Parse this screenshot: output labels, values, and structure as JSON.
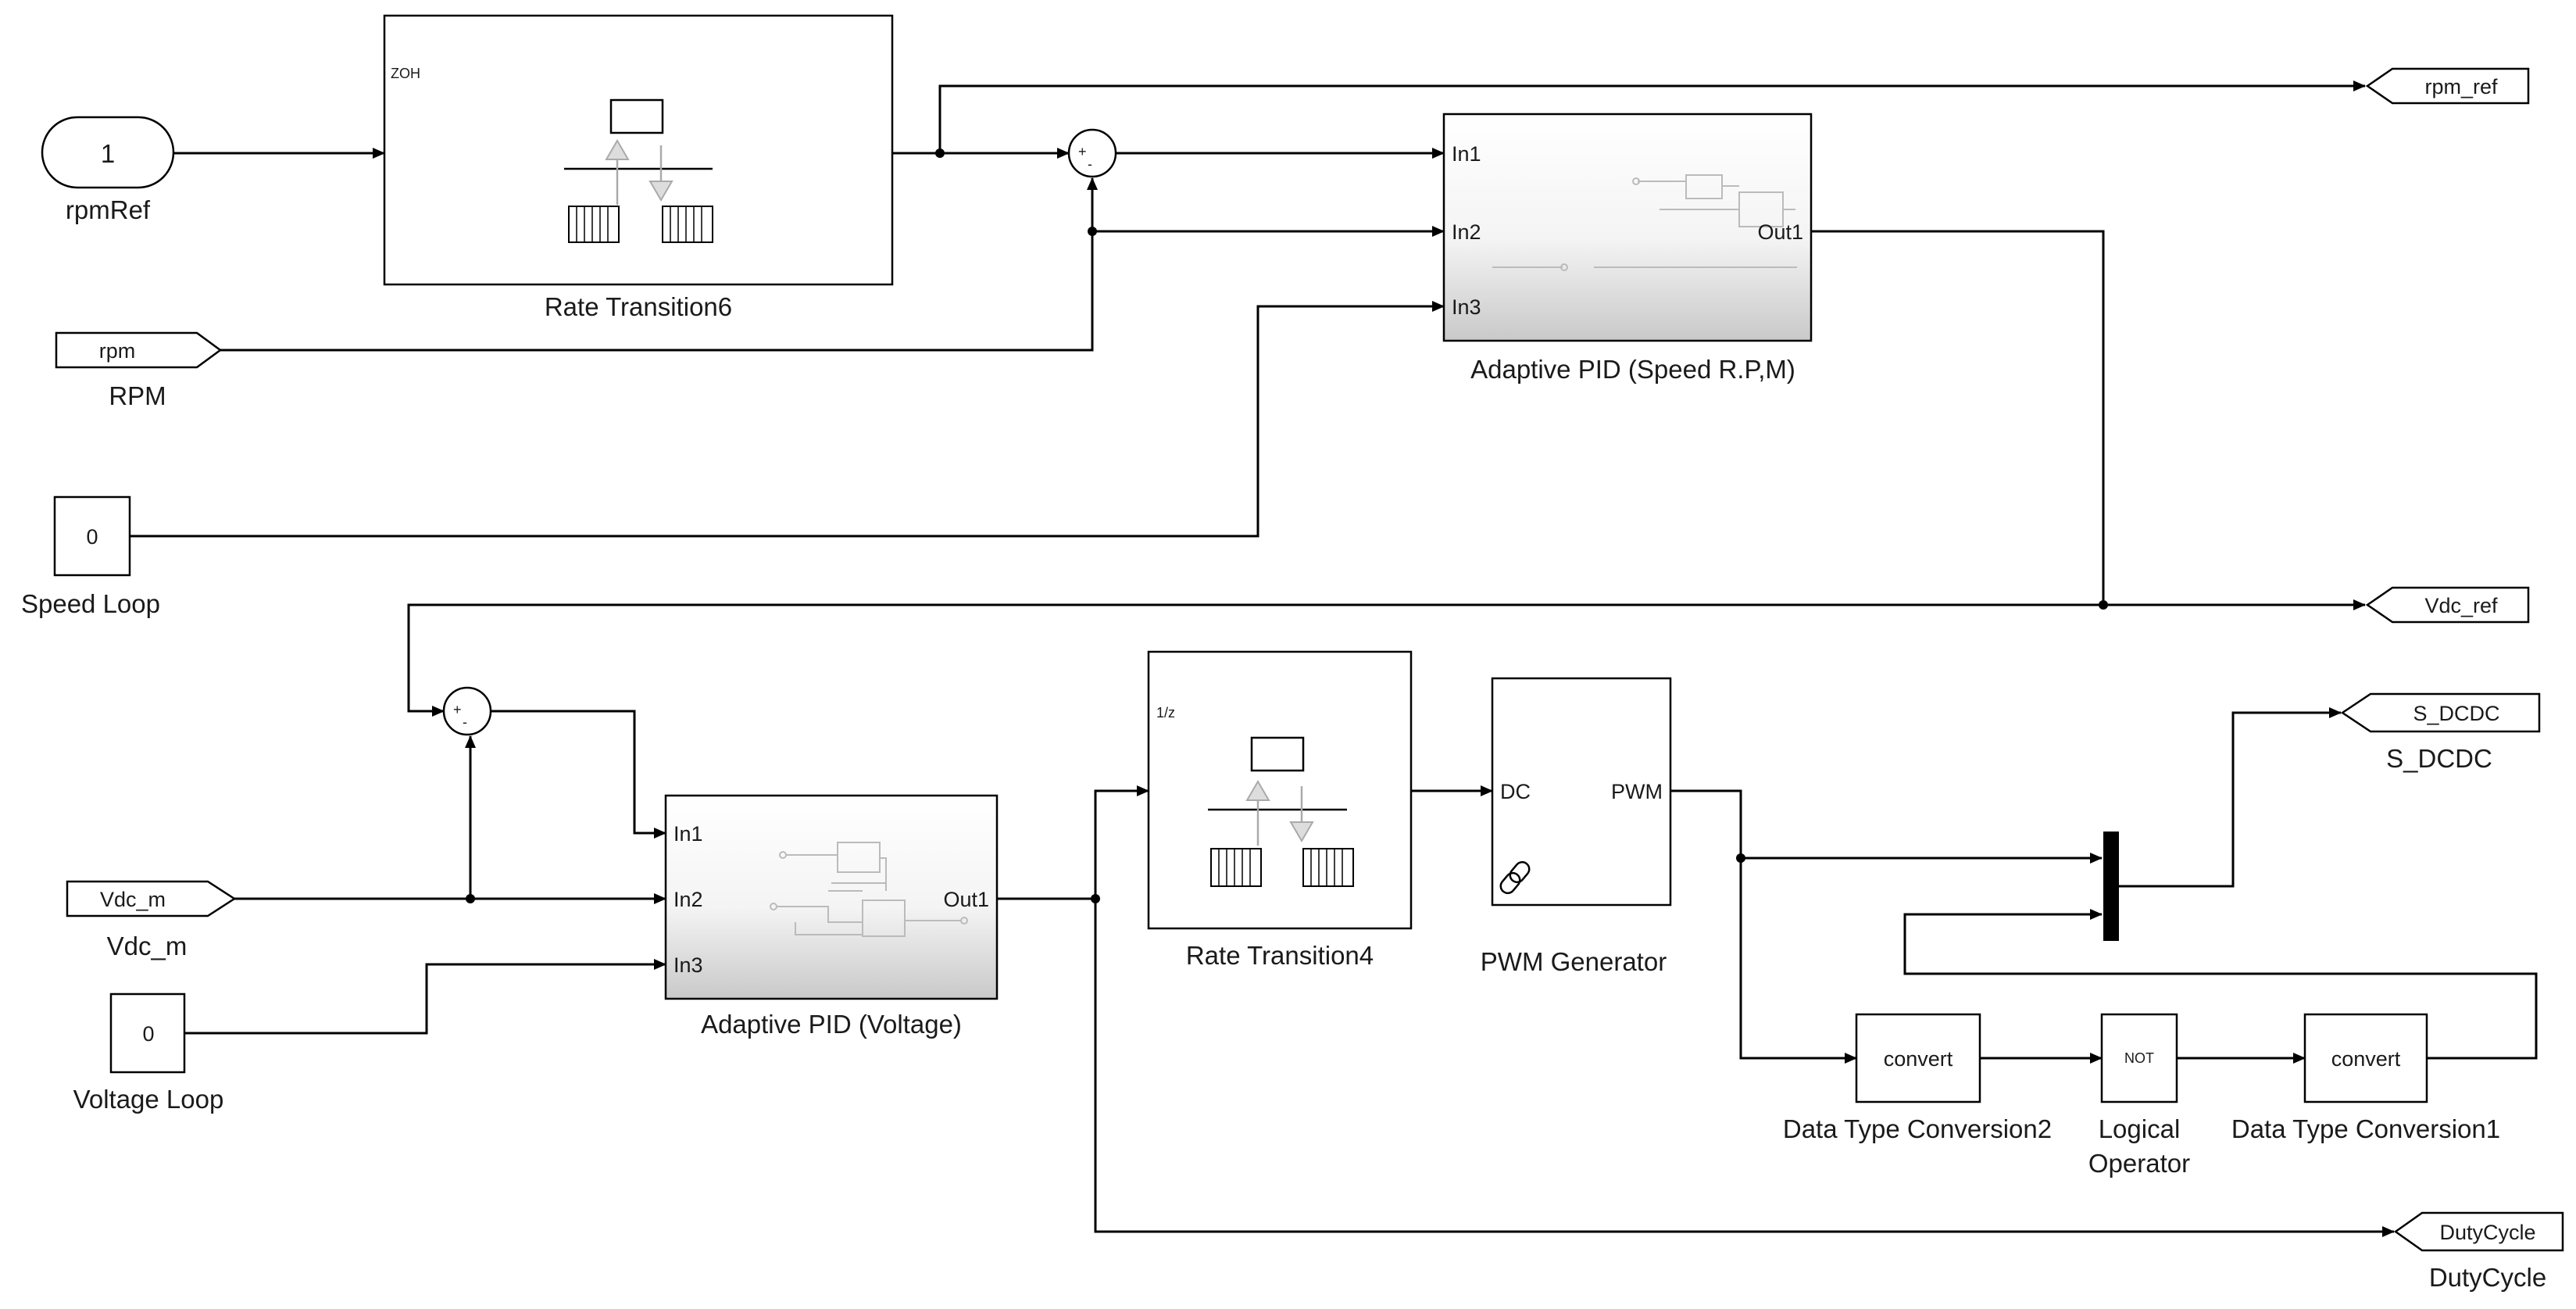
{
  "blocks": {
    "rpmRef": {
      "value": "1",
      "label": "rpmRef"
    },
    "speedLoop": {
      "value": "0",
      "label": "Speed Loop"
    },
    "voltageLoop": {
      "value": "0",
      "label": "Voltage Loop"
    },
    "rpmFrom": {
      "tag": "rpm",
      "label": "RPM"
    },
    "vdcFrom": {
      "tag": "Vdc_m",
      "label": "Vdc_m"
    },
    "rateTransition6": {
      "label": "Rate Transition6",
      "tag": "ZOH"
    },
    "rateTransition4": {
      "label": "Rate Transition4",
      "tag": "1/z"
    },
    "pidSpeed": {
      "label": "Adaptive PID (Speed R.P,M)",
      "in1": "In1",
      "in2": "In2",
      "in3": "In3",
      "out1": "Out1"
    },
    "pidVoltage": {
      "label": "Adaptive PID (Voltage)",
      "in1": "In1",
      "in2": "In2",
      "in3": "In3",
      "out1": "Out1"
    },
    "pwm": {
      "label": "PWM Generator",
      "in": "DC",
      "out": "PWM"
    },
    "dtc2": {
      "text": "convert",
      "label": "Data Type Conversion2"
    },
    "dtc1": {
      "text": "convert",
      "label": "Data Type Conversion1"
    },
    "logical": {
      "text": "NOT",
      "label_line1": "Logical",
      "label_line2": "Operator"
    },
    "sum1": {
      "plus": "+",
      "minus": "-"
    },
    "sum2": {
      "plus": "+",
      "minus": "-"
    },
    "gotoRpmRef": {
      "tag": "rpm_ref"
    },
    "gotoVdcRef": {
      "tag": "Vdc_ref"
    },
    "gotoSDCDC": {
      "tag": "S_DCDC",
      "label": "S_DCDC"
    },
    "gotoDuty": {
      "tag": "DutyCycle",
      "label": "DutyCycle"
    }
  }
}
